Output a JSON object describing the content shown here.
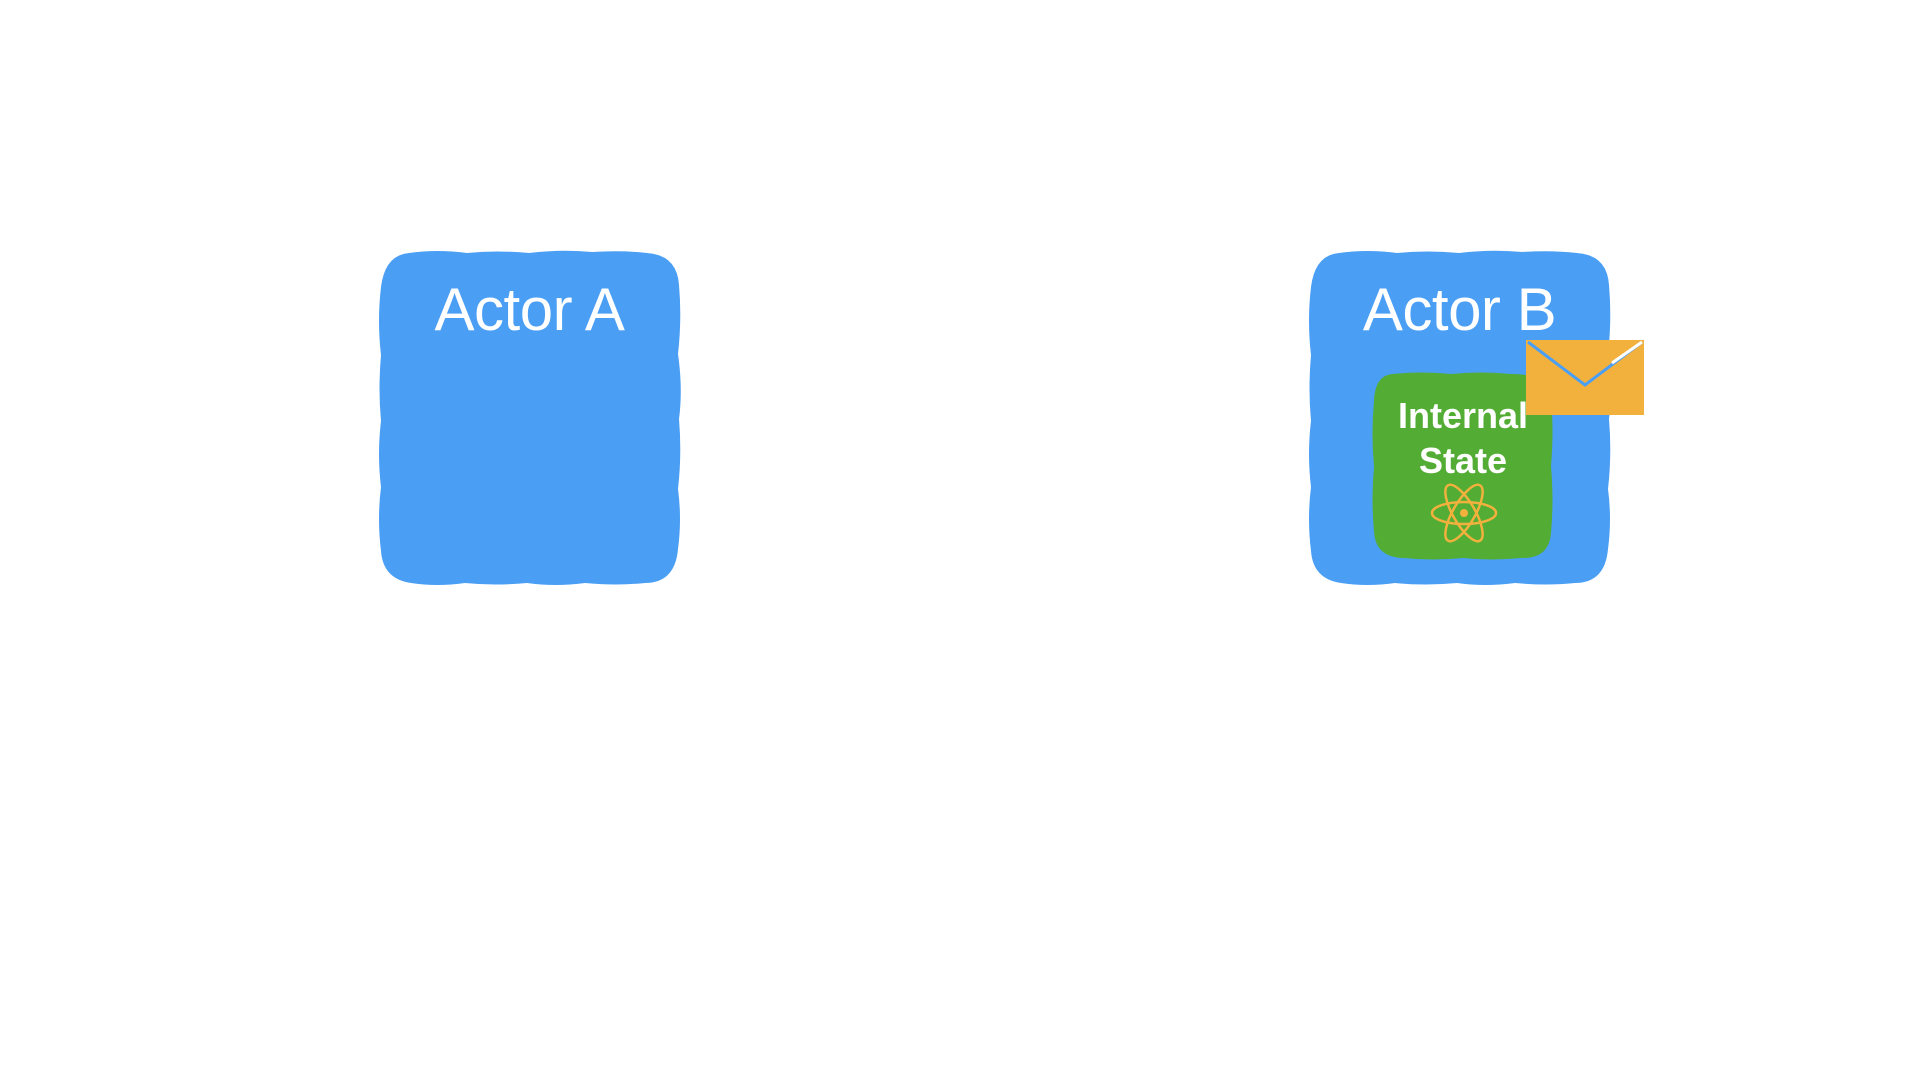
{
  "actors": [
    {
      "title": "Actor A"
    },
    {
      "title": "Actor B",
      "internal_state": {
        "line1": "Internal",
        "line2": "State"
      }
    }
  ],
  "icons": {
    "state_icon": "atom-icon",
    "message_icon": "envelope-icon"
  },
  "colors": {
    "actor_fill": "#4A9FF5",
    "state_fill": "#53AD35",
    "accent": "#F2B13D",
    "text": "#FFFFFF"
  }
}
